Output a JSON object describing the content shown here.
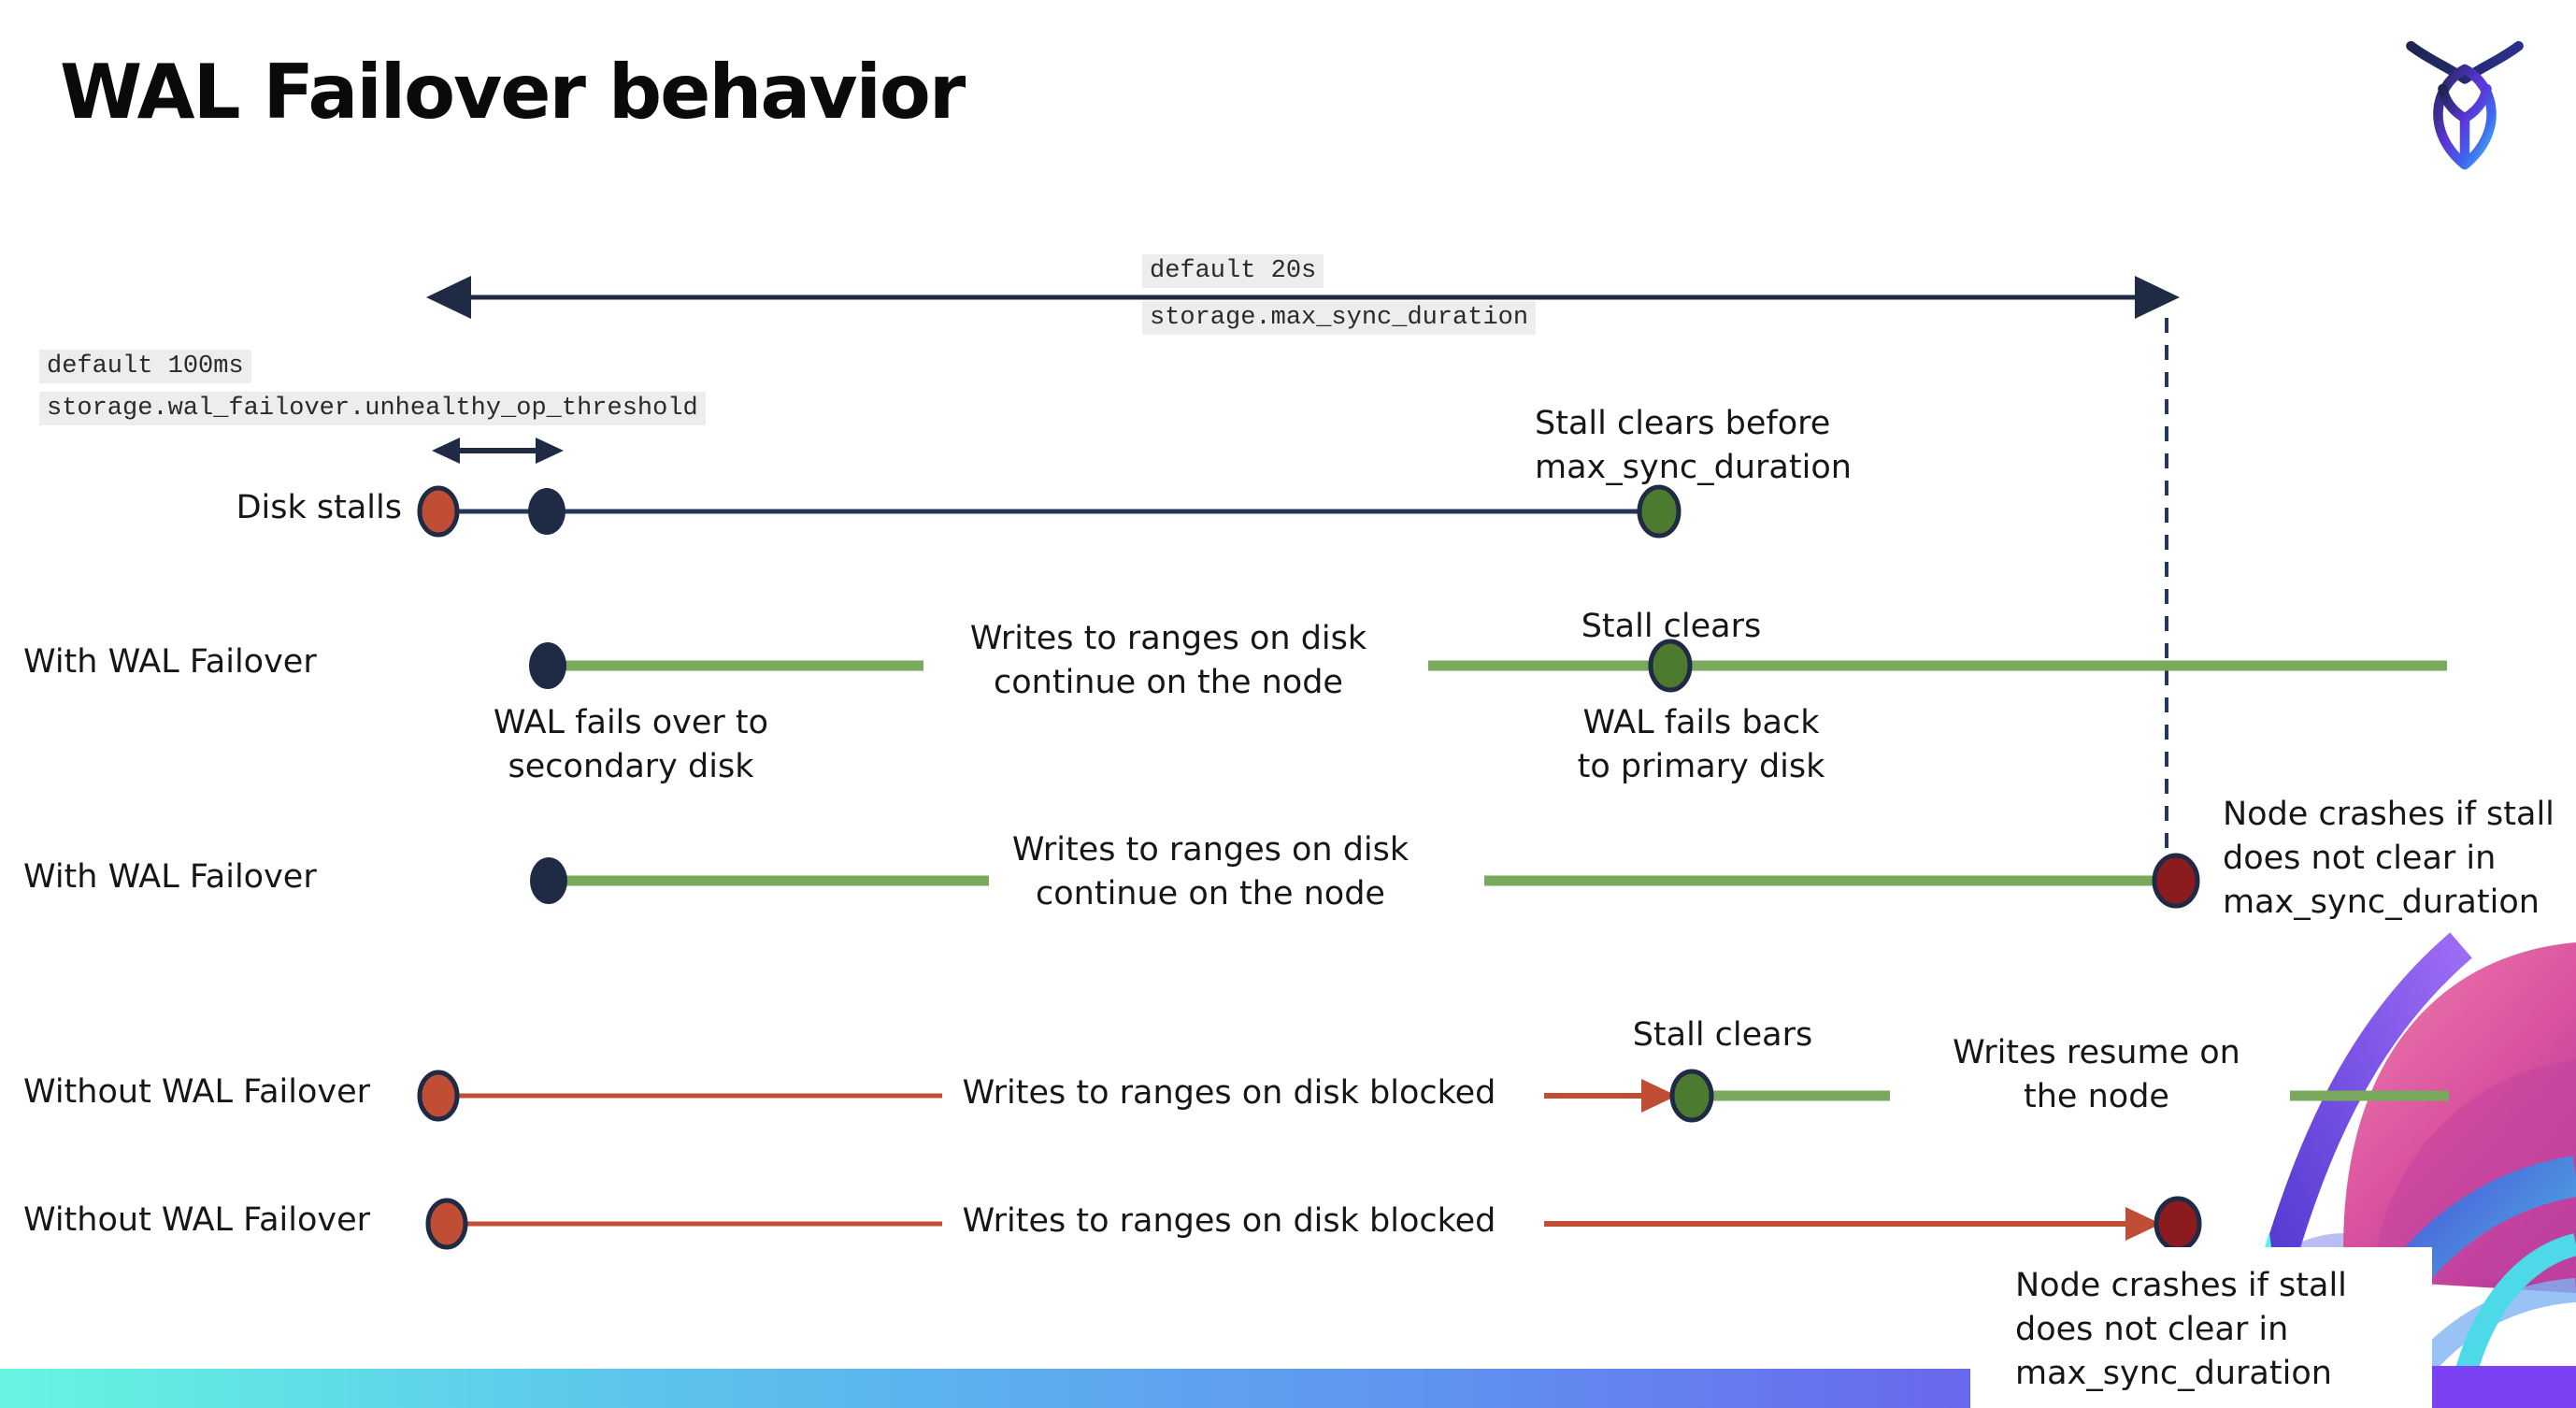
{
  "header": {
    "title": "WAL Failover behavior",
    "logo": "cockroachdb-logo"
  },
  "settings": {
    "max_sync_duration": {
      "default_label": "default 20s",
      "setting_name": "storage.max_sync_duration"
    },
    "unhealthy_op_threshold": {
      "default_label": "default 100ms",
      "setting_name": "storage.wal_failover.unhealthy_op_threshold"
    }
  },
  "rows": {
    "disk_stalls": {
      "label": "Disk stalls",
      "stall_clears_caption": "Stall clears before\nmax_sync_duration"
    },
    "with_wal_failover_clears": {
      "label": "With WAL Failover",
      "failover_caption": "WAL fails over to\nsecondary disk",
      "writes_caption": "Writes to ranges on disk\ncontinue on the node",
      "stall_clears_caption": "Stall clears",
      "failback_caption": "WAL fails  back\nto primary disk"
    },
    "with_wal_failover_crash": {
      "label": "With WAL Failover",
      "writes_caption": "Writes to ranges on disk\ncontinue on the node",
      "crash_caption": "Node crashes if stall\ndoes not clear in\nmax_sync_duration"
    },
    "without_wal_failover_clears": {
      "label": "Without WAL Failover",
      "writes_caption": "Writes to ranges on disk  blocked",
      "stall_clears_caption": "Stall clears",
      "resume_caption": "Writes resume on\nthe node"
    },
    "without_wal_failover_crash": {
      "label": "Without WAL Failover",
      "writes_caption": "Writes to ranges on disk  blocked",
      "crash_caption": "Node crashes if stall\ndoes not clear in\nmax_sync_duration"
    }
  },
  "colors": {
    "navy": "#1F2B45",
    "navy_line": "#26355A",
    "green_line": "#78A95C",
    "green_dot": "#4C7A2E",
    "red": "#BF4E35",
    "dark_red": "#8C1B1F",
    "label_bg": "#EDEDED",
    "bar_gradient_left": "#66F5E1",
    "bar_gradient_mid": "#5F94F0",
    "bar_gradient_right": "#7B3FF2"
  }
}
